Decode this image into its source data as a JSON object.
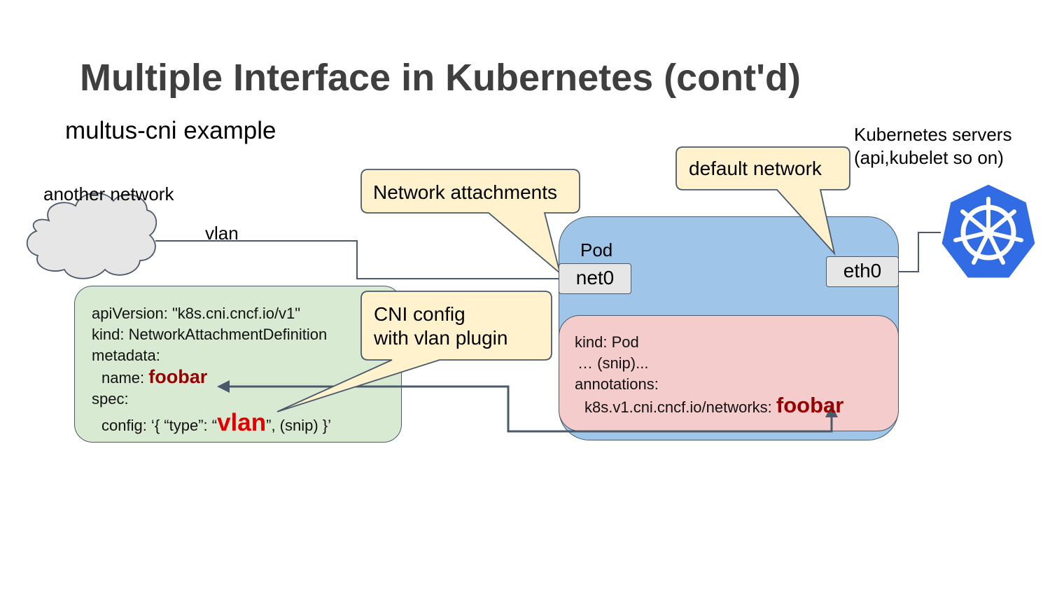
{
  "title": "Multiple Interface in Kubernetes (cont'd)",
  "subtitle": "multus-cni example",
  "labels": {
    "another_network": "another network",
    "vlan_link": "vlan",
    "k8s_servers_line1": "Kubernetes servers",
    "k8s_servers_line2": "(api,kubelet so on)",
    "pod": "Pod"
  },
  "callouts": {
    "network_attachments": "Network attachments",
    "default_network": "default network",
    "cni_config_line1": "CNI config",
    "cni_config_line2": "with vlan plugin"
  },
  "interfaces": {
    "net0": "net0",
    "eth0": "eth0"
  },
  "nad": {
    "line1": "apiVersion: \"k8s.cni.cncf.io/v1\"",
    "line2": "kind: NetworkAttachmentDefinition",
    "line3": "metadata:",
    "name_key": "name: ",
    "name_value": "foobar",
    "line5": "spec:",
    "config_prefix": "config: ‘{ “type”: “",
    "config_type": "vlan",
    "config_suffix": "”, (snip) }’"
  },
  "pod_spec": {
    "line1": "kind: Pod",
    "line2": "… (snip)...",
    "line3": "annotations:",
    "annotation_key": "k8s.v1.cni.cncf.io/networks: ",
    "annotation_value": "foobar"
  },
  "colors": {
    "callout_fill": "#fff2cc",
    "pod_fill": "#9fc5e8",
    "pod_spec_fill": "#f4cccc",
    "nad_fill": "#d9ead3",
    "k8s_logo": "#326ce5",
    "highlight_red": "#990000"
  },
  "icons": [
    "cloud-icon",
    "kubernetes-logo-icon"
  ]
}
